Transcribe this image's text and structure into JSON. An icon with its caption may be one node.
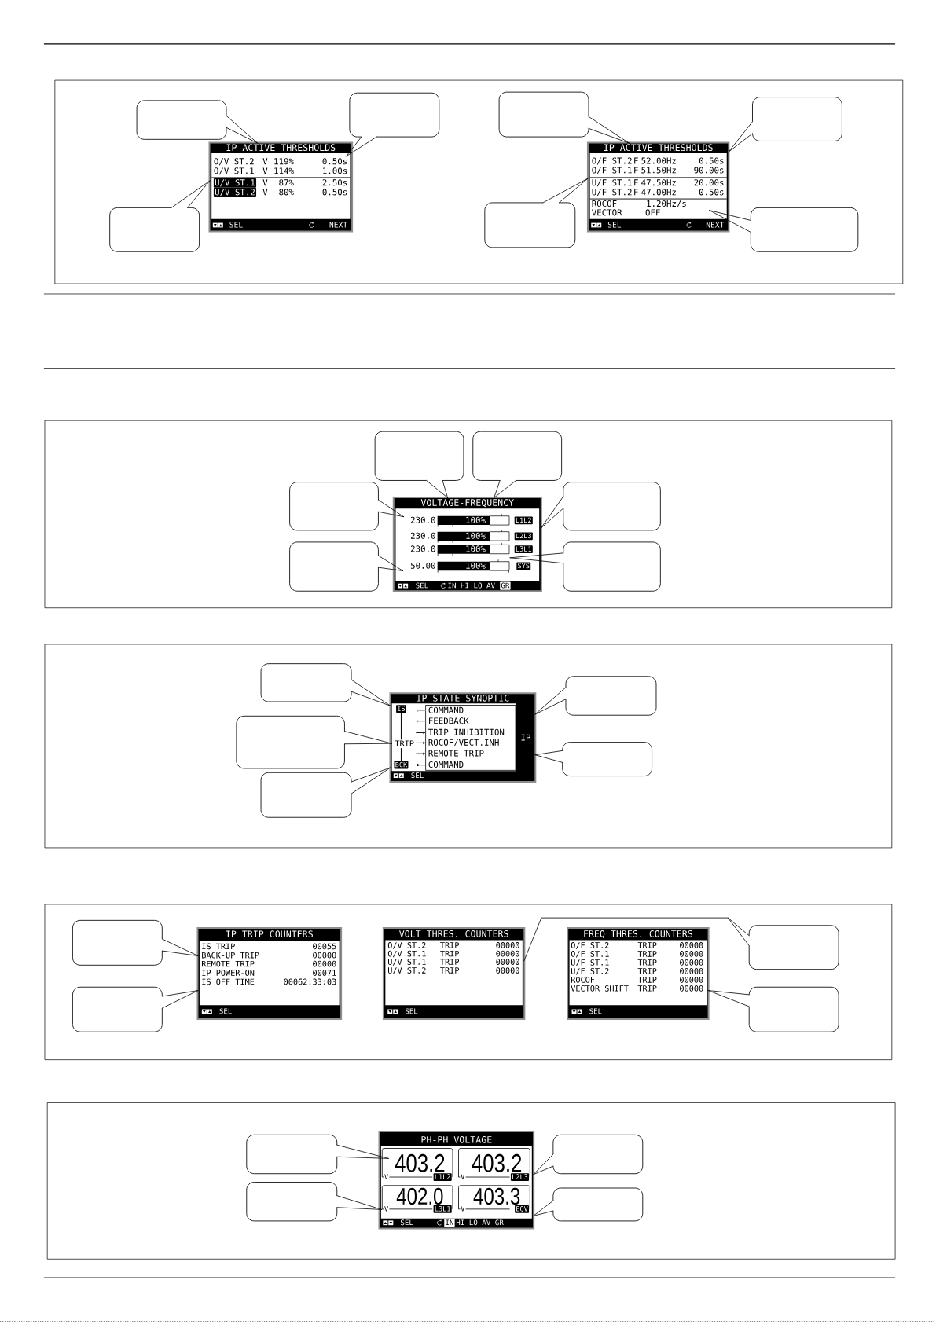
{
  "diagram": {
    "nodes": [
      {
        "text": [],
        "shape": "box"
      },
      {
        "text": [],
        "shape": "box",
        "in": 0
      },
      {
        "text": [],
        "shape": "box",
        "in": 0
      },
      {
        "text": [
          "IP ACTIVE THRESHOLDS",
          "O/V ST.2",
          "V",
          "119%",
          "0.50s",
          "O/V ST.1",
          "V",
          "114%",
          "1.00s",
          "U/V ST.1",
          "V",
          "87%",
          "2.50s",
          "U/V ST.2",
          "V",
          "80%",
          "0.50s",
          "SEL",
          "NEXT"
        ],
        "in": 0
      },
      {
        "text": [],
        "shape": "box",
        "in": 0
      },
      {
        "text": [],
        "shape": "box",
        "in": 0
      },
      {
        "text": [],
        "shape": "box",
        "in": 0
      },
      {
        "text": [
          "IP ACTIVE THRESHOLDS",
          "O/F ST.2",
          "F",
          "52.00Hz",
          "0.50s",
          "O/F ST.1",
          "F",
          "51.50Hz",
          "90.00s",
          "U/F ST.1",
          "F",
          "47.50Hz",
          "20.00s",
          "U/F ST.2",
          "F",
          "47.00Hz",
          "0.50s",
          "ROCOF",
          "1.20Hz/s",
          "VECTOR",
          "OFF",
          "SEL",
          "NEXT"
        ],
        "in": 0
      },
      {
        "text": [],
        "shape": "box",
        "in": 0
      },
      {
        "text": [],
        "shape": "box",
        "in": 0
      },
      {
        "text": [],
        "shape": "box"
      },
      {
        "text": [],
        "shape": "box",
        "in": 10
      },
      {
        "text": [],
        "shape": "box",
        "in": 10
      },
      {
        "text": [],
        "shape": "box",
        "in": 10
      },
      {
        "text": [
          "VOLTAGE-FREQUENCY",
          "230.0",
          "100%",
          "L1L2",
          "230.0",
          "100%",
          "L2L3",
          "230.0",
          "100%",
          "L3L1",
          "50.00",
          "100%",
          "SYS",
          "SEL",
          "IN HI LO AV",
          "GR"
        ],
        "in": 10
      },
      {
        "text": [],
        "shape": "box",
        "in": 10
      },
      {
        "text": [],
        "shape": "box",
        "in": 10
      },
      {
        "text": [],
        "shape": "box",
        "in": 10
      },
      {
        "text": [],
        "shape": "box"
      },
      {
        "text": [],
        "shape": "box",
        "in": 18
      },
      {
        "text": [],
        "shape": "box",
        "in": 18
      },
      {
        "text": [
          "IP STATE SYNOPTIC",
          "IS",
          "TRIP",
          "BCK",
          "COMMAND",
          "FEEDBACK",
          "TRIP INHIBITION",
          "ROCOF/VECT.INH",
          "REMOTE TRIP",
          "COMMAND",
          "IP",
          "SEL"
        ],
        "in": 18
      },
      {
        "text": [],
        "shape": "box",
        "in": 18
      },
      {
        "text": [],
        "shape": "box",
        "in": 18
      },
      {
        "text": [],
        "shape": "box",
        "in": 18
      },
      {
        "text": [],
        "shape": "box"
      },
      {
        "text": [],
        "shape": "box",
        "in": 25
      },
      {
        "text": [
          "IP TRIP COUNTERS",
          "IS TRIP",
          "00055",
          "BACK-UP TRIP",
          "00000",
          "REMOTE TRIP",
          "00000",
          "IP POWER-ON",
          "00071",
          "IS OFF TIME",
          "00062:33:03",
          "SEL"
        ],
        "in": 25
      },
      {
        "text": [],
        "shape": "box",
        "in": 25
      },
      {
        "text": [
          "VOLT THRES. COUNTERS",
          "O/V ST.2",
          "TRIP",
          "00000",
          "O/V ST.1",
          "TRIP",
          "00000",
          "U/V ST.1",
          "TRIP",
          "00000",
          "U/V ST.2",
          "TRIP",
          "00000",
          "SEL"
        ],
        "in": 25
      },
      {
        "text": [],
        "shape": "box",
        "in": 25
      },
      {
        "text": [
          "FREQ THRES. COUNTERS",
          "O/F ST.2",
          "TRIP",
          "00000",
          "O/F ST.1",
          "TRIP",
          "00000",
          "U/F ST.1",
          "TRIP",
          "00000",
          "U/F ST.2",
          "TRIP",
          "00000",
          "ROCOF",
          "TRIP",
          "00000",
          "VECTOR SHIFT",
          "TRIP",
          "00000",
          "SEL"
        ],
        "in": 25
      },
      {
        "text": [],
        "shape": "box",
        "in": 25
      },
      {
        "text": [],
        "shape": "box"
      },
      {
        "text": [],
        "shape": "box",
        "in": 33
      },
      {
        "text": [
          "PH-PH VOLTAGE",
          "403.2",
          "V",
          "L1L2",
          "403.2",
          "V",
          "L2L3",
          "402.0",
          "V",
          "L3L1",
          "403.3",
          "V",
          "EQV",
          "SEL",
          "IN",
          "HI LO AV GR"
        ],
        "in": 33
      },
      {
        "text": [],
        "shape": "box",
        "in": 33
      },
      {
        "text": [],
        "shape": "box",
        "in": 33
      },
      {
        "text": [],
        "shape": "box",
        "in": 33
      }
    ],
    "edges": [
      {
        "from": 1,
        "to": 3,
        "arrow": "none"
      },
      {
        "from": 2,
        "to": 3,
        "arrow": "none"
      },
      {
        "from": 4,
        "to": 3,
        "arrow": "none"
      },
      {
        "from": 5,
        "to": 7,
        "arrow": "none"
      },
      {
        "from": 6,
        "to": 7,
        "arrow": "none"
      },
      {
        "from": 8,
        "to": 7,
        "arrow": "none"
      },
      {
        "from": 9,
        "to": 7,
        "arrow": "none"
      },
      {
        "from": 11,
        "to": 14,
        "arrow": "none"
      },
      {
        "from": 12,
        "to": 14,
        "arrow": "none"
      },
      {
        "from": 13,
        "to": 14,
        "arrow": "none"
      },
      {
        "from": 15,
        "to": 14,
        "arrow": "none"
      },
      {
        "from": 16,
        "to": 14,
        "arrow": "none"
      },
      {
        "from": 17,
        "to": 14,
        "arrow": "none"
      },
      {
        "from": 19,
        "to": 21,
        "arrow": "none"
      },
      {
        "from": 20,
        "to": 21,
        "arrow": "none"
      },
      {
        "from": 22,
        "to": 21,
        "arrow": "none"
      },
      {
        "from": 23,
        "to": 21,
        "arrow": "none"
      },
      {
        "from": 24,
        "to": 21,
        "arrow": "none"
      },
      {
        "from": 26,
        "to": 27,
        "arrow": "none"
      },
      {
        "from": 28,
        "to": 27,
        "arrow": "none"
      },
      {
        "from": 30,
        "to": 29,
        "arrow": "none"
      },
      {
        "from": 32,
        "to": 31,
        "arrow": "none"
      },
      {
        "from": 34,
        "to": 35,
        "arrow": "none"
      },
      {
        "from": 36,
        "to": 35,
        "arrow": "none"
      },
      {
        "from": 37,
        "to": 35,
        "arrow": "none"
      },
      {
        "from": 38,
        "to": 35,
        "arrow": "none"
      }
    ]
  }
}
